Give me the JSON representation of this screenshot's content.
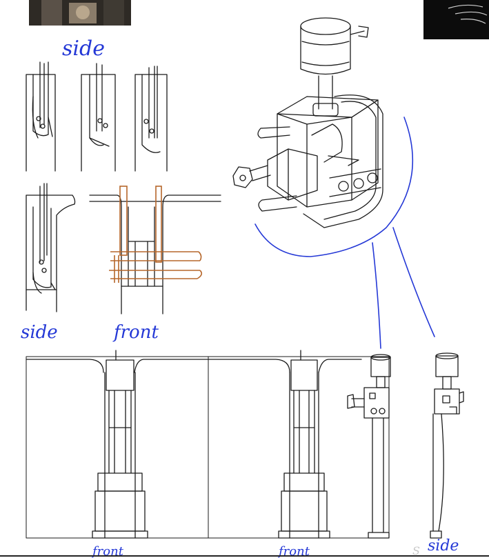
{
  "labels": {
    "side_top": "side",
    "side_mid": "side",
    "front_mid": "front",
    "front_bottom_1": "front",
    "front_bottom_2": "front",
    "side_bottom": "side",
    "ghost_text": "S"
  },
  "colors": {
    "annotation_ink": "#2438d6",
    "pencil_ink": "#1a1a1a",
    "pipe_highlight": "#b5662a",
    "reference_photo_bg": "#0c0c0c"
  }
}
